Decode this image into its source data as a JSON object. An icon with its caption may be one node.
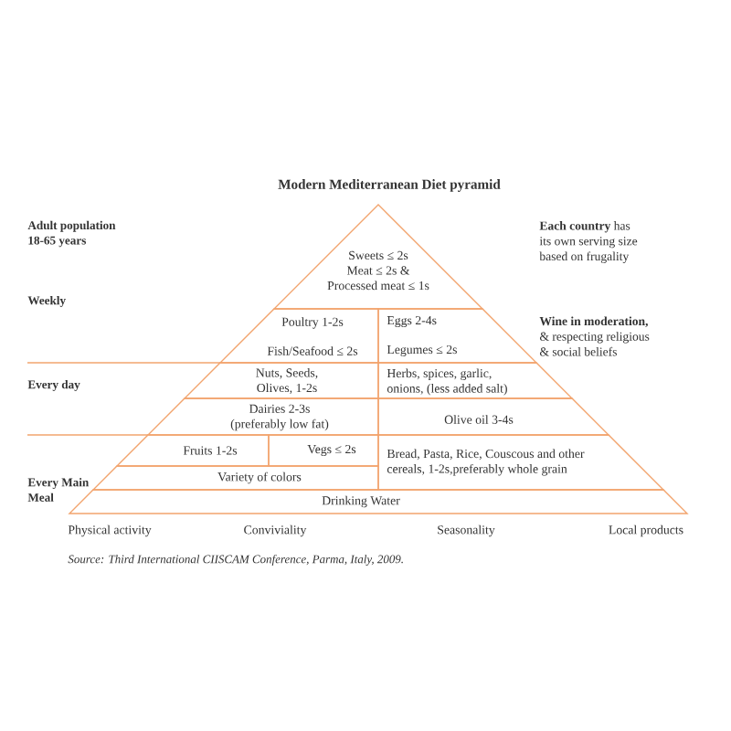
{
  "diagram": {
    "title": "Modern Mediterranean Diet pyramid",
    "caption": "Source: Third International CIISCAM Conference, Parma, Italy, 2009.",
    "nodes": [
      {
        "text": [
          "Sweets ≤ 2s",
          "Meat ≤ 2s &",
          "Processed meat ≤ 1s"
        ]
      },
      {
        "text": [
          "Poultry 1-2s",
          "Fish/Seafood ≤ 2s"
        ]
      },
      {
        "text": [
          "Eggs 2-4s",
          "Legumes ≤ 2s"
        ]
      },
      {
        "text": [
          "Nuts, Seeds, Olives, 1-2s"
        ]
      },
      {
        "text": [
          "Herbs, spices, garlic, onions, (less added salt)"
        ]
      },
      {
        "text": [
          "Dairies 2-3s (preferably low fat)"
        ]
      },
      {
        "text": [
          "Olive oil 3-4s"
        ]
      },
      {
        "text": [
          "Fruits 1-2s"
        ]
      },
      {
        "text": [
          "Vegs ≤ 2s"
        ]
      },
      {
        "text": [
          "Variety of colors"
        ]
      },
      {
        "text": [
          "Bread, Pasta, Rice, Couscous and other cereals, 1-2s,preferably whole grain"
        ]
      },
      {
        "text": [
          "Drinking Water"
        ]
      }
    ],
    "labels": [
      "Adult population 18-65 years",
      "**Each country** has its own serving size based on frugality",
      "Weekly",
      "**Wine in moderation,** & respecting religious & social beliefs",
      "Every day",
      "Every Main Meal",
      "Physical activity",
      "Conviviality",
      "Seasonality",
      "Local products"
    ]
  }
}
